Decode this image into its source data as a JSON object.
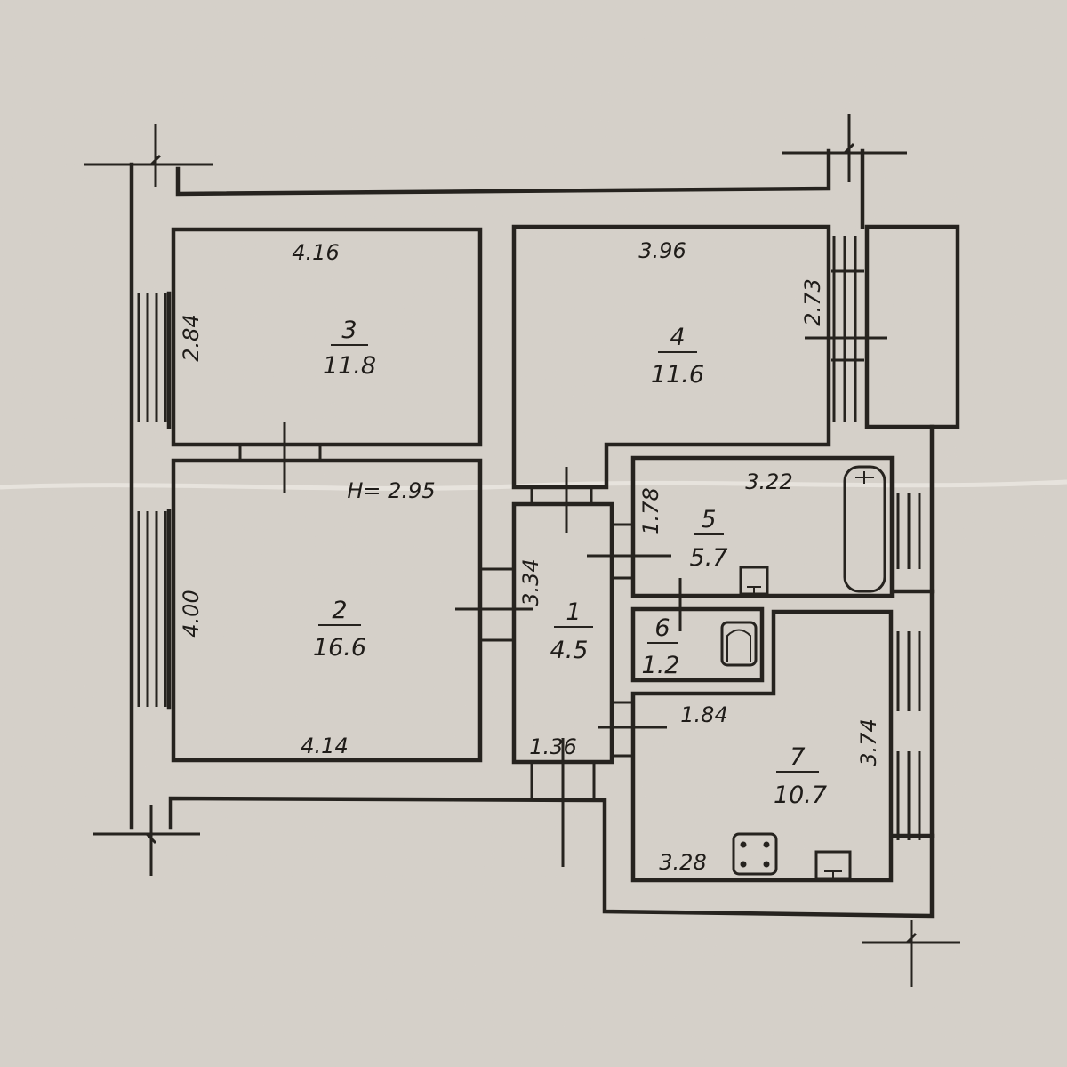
{
  "ceiling_height": "H= 2.95",
  "rooms": [
    {
      "number": "1",
      "area": "4.5",
      "widths": [
        "1.36"
      ],
      "heights": [
        "3.34"
      ]
    },
    {
      "number": "2",
      "area": "16.6",
      "widths": [
        "4.14"
      ],
      "heights": [
        "4.00"
      ]
    },
    {
      "number": "3",
      "area": "11.8",
      "widths": [
        "4.16"
      ],
      "heights": [
        "2.84"
      ]
    },
    {
      "number": "4",
      "area": "11.6",
      "widths": [
        "3.96"
      ],
      "heights": [
        "2.73"
      ]
    },
    {
      "number": "5",
      "area": "5.7",
      "widths": [
        "3.22"
      ],
      "heights": [
        "1.78"
      ]
    },
    {
      "number": "6",
      "area": "1.2",
      "widths": [],
      "heights": []
    },
    {
      "number": "7",
      "area": "10.7",
      "widths": [
        "1.84",
        "3.28"
      ],
      "heights": [
        "3.74"
      ]
    }
  ]
}
